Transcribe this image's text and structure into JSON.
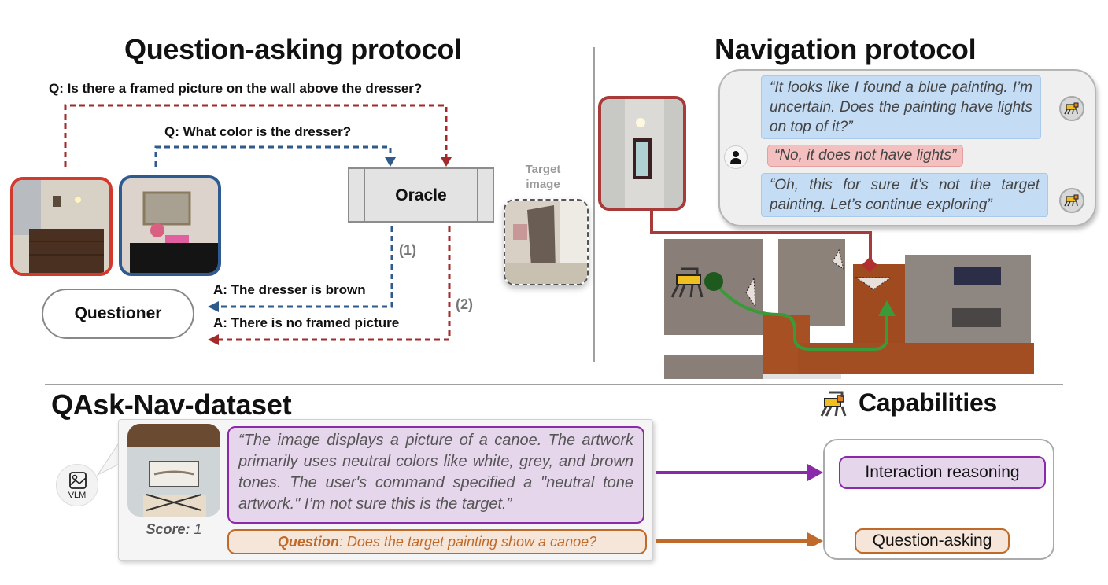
{
  "question_asking": {
    "title": "Question-asking protocol",
    "question_red": "Q: Is there a framed picture on the wall above the dresser?",
    "question_blue": "Q: What color is the dresser?",
    "oracle_label": "Oracle",
    "questioner_label": "Questioner",
    "answer_blue": "A: The dresser is brown",
    "answer_red": "A: There is no framed picture",
    "step1": "(1)",
    "step2": "(2)",
    "target_caption_line1": "Target",
    "target_caption_line2": "image",
    "colors": {
      "red": "#a32a2a",
      "blue": "#2e5a8c",
      "red_frame": "#d33a2e",
      "blue_frame": "#2f5a8f"
    }
  },
  "navigation": {
    "title": "Navigation protocol",
    "messages": [
      {
        "speaker": "robot",
        "text": "“It looks like I found a blue  painting. I’m uncertain.  Does the painting have lights on top of it?”"
      },
      {
        "speaker": "user",
        "text": "“No, it does not have lights”"
      },
      {
        "speaker": "robot",
        "text": "“Oh, this for sure it’s not the target painting. Let’s continue exploring”"
      }
    ],
    "colors": {
      "robot_bubble": "#c5dcf5",
      "user_bubble": "#f4bfbf",
      "path": "#3a9a3a",
      "marker": "#b03030"
    }
  },
  "dataset": {
    "title": "QAsk-Nav-dataset",
    "vlm_label": "VLM",
    "score_label": "Score:",
    "score_value": "1",
    "reasoning": "“The image displays a picture of a canoe. The artwork primarily uses neutral colors like white, grey, and brown tones. The user's command specified a \"neutral tone artwork.\" I’m not sure this is the target.”",
    "question_label": "Question",
    "question_text": ": Does the target painting show a canoe?"
  },
  "capabilities": {
    "title": "Capabilities",
    "items": [
      "Interaction reasoning",
      "Question-asking"
    ],
    "colors": {
      "purple": "#8a2aa8",
      "orange": "#c06a2a"
    }
  }
}
